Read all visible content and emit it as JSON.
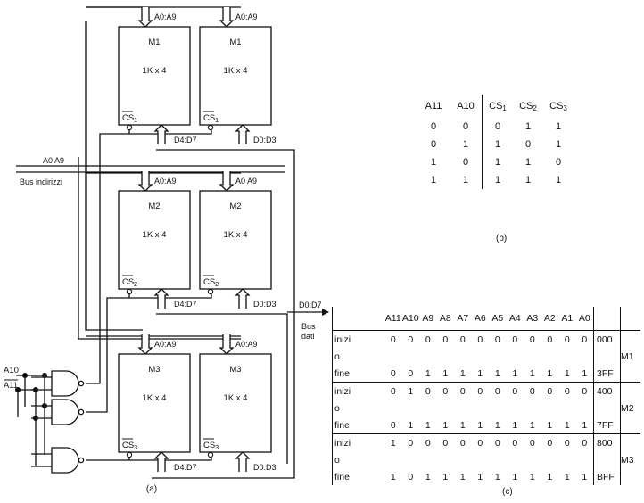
{
  "diagram": {
    "modules": [
      {
        "name": "M1",
        "size": "1K x 4",
        "cs": "CS",
        "cs_index": "1",
        "addr_left": "A0:A9",
        "addr_right": "A0:A9",
        "data_left": "D4:D7",
        "data_right": "D0:D3"
      },
      {
        "name": "M2",
        "size": "1K x 4",
        "cs": "CS",
        "cs_index": "2",
        "addr_left": "A0:A9",
        "addr_right": "A0 A9",
        "data_left": "D4:D7",
        "data_right": "D0:D3"
      },
      {
        "name": "M3",
        "size": "1K x 4",
        "cs": "CS",
        "cs_index": "3",
        "addr_left": "A0:A9",
        "addr_right": "A0:A9",
        "data_left": "D4:D7",
        "data_right": "D0:D3"
      }
    ],
    "bus_addr_label": "A0 A9",
    "bus_addr_name": "Bus indirizzi",
    "bus_data_label": "D0:D7",
    "bus_data_name_1": "Bus",
    "bus_data_name_2": "dati",
    "input_a10": "A10",
    "input_a11": "A11",
    "caption": "(a)"
  },
  "truth_table": {
    "headers": [
      "A11",
      "A10",
      "CS",
      "CS",
      "CS"
    ],
    "header_subs": [
      "",
      "",
      "1",
      "2",
      "3"
    ],
    "rows": [
      [
        "0",
        "0",
        "0",
        "1",
        "1"
      ],
      [
        "0",
        "1",
        "1",
        "0",
        "1"
      ],
      [
        "1",
        "0",
        "1",
        "1",
        "0"
      ],
      [
        "1",
        "1",
        "1",
        "1",
        "1"
      ]
    ],
    "caption": "(b)"
  },
  "address_map": {
    "columns": [
      "A11",
      "A10",
      "A9",
      "A8",
      "A7",
      "A6",
      "A5",
      "A4",
      "A3",
      "A2",
      "A1",
      "A0"
    ],
    "groups": [
      {
        "module": "M1",
        "start_label": "inizi",
        "mid_label": "o",
        "end_label": "fine",
        "start_bits": [
          "0",
          "0",
          "0",
          "0",
          "0",
          "0",
          "0",
          "0",
          "0",
          "0",
          "0",
          "0"
        ],
        "start_hex": "000",
        "end_bits": [
          "0",
          "0",
          "1",
          "1",
          "1",
          "1",
          "1",
          "1",
          "1",
          "1",
          "1",
          "1"
        ],
        "end_hex": "3FF"
      },
      {
        "module": "M2",
        "start_label": "inizi",
        "mid_label": "o",
        "end_label": "fine",
        "start_bits": [
          "0",
          "1",
          "0",
          "0",
          "0",
          "0",
          "0",
          "0",
          "0",
          "0",
          "0",
          "0"
        ],
        "start_hex": "400",
        "end_bits": [
          "0",
          "1",
          "1",
          "1",
          "1",
          "1",
          "1",
          "1",
          "1",
          "1",
          "1",
          "1"
        ],
        "end_hex": "7FF"
      },
      {
        "module": "M3",
        "start_label": "inizi",
        "mid_label": "o",
        "end_label": "fine",
        "start_bits": [
          "1",
          "0",
          "0",
          "0",
          "0",
          "0",
          "0",
          "0",
          "0",
          "0",
          "0",
          "0"
        ],
        "start_hex": "800",
        "end_bits": [
          "1",
          "0",
          "1",
          "1",
          "1",
          "1",
          "1",
          "1",
          "1",
          "1",
          "1",
          "1"
        ],
        "end_hex": "BFF"
      }
    ],
    "caption": "(c)"
  }
}
